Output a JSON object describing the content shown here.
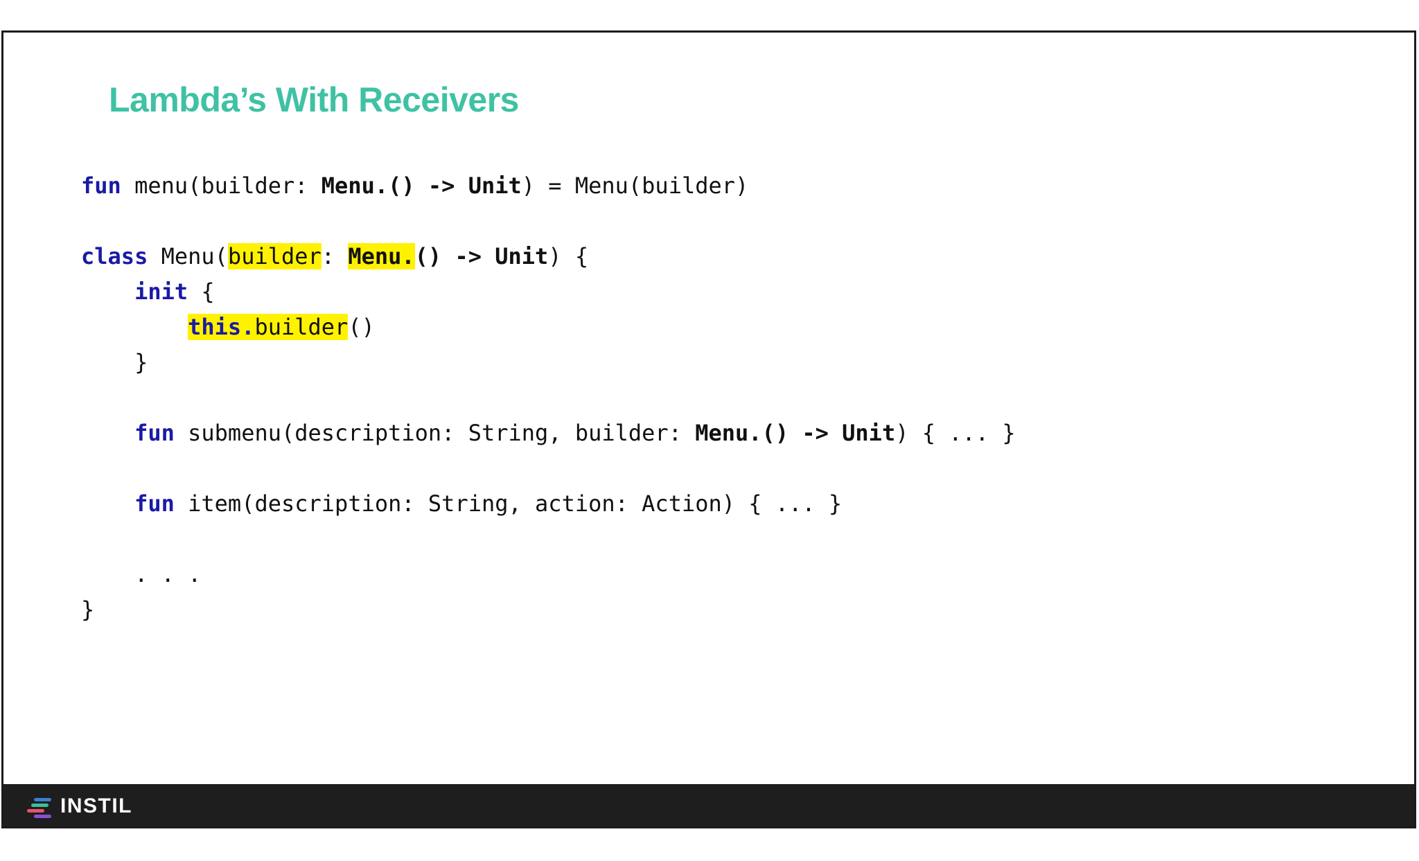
{
  "slide": {
    "title": "Lambda’s With Receivers",
    "accent_color": "#3fc1a4",
    "keyword_color": "#1a1aa6",
    "highlight_color": "#fff200",
    "text_color": "#111111",
    "footer_background": "#1e1e1e"
  },
  "code": {
    "language": "kotlin",
    "lines": [
      {
        "id": "line-fun-menu",
        "segments": [
          {
            "text": "fun ",
            "style": "keyword"
          },
          {
            "text": "menu(builder: ",
            "style": "plain"
          },
          {
            "text": "Menu.() -> Unit",
            "style": "bold"
          },
          {
            "text": ") = Menu(builder)",
            "style": "plain"
          }
        ],
        "plain": "fun menu(builder: Menu.() -> Unit) = Menu(builder)"
      },
      {
        "id": "line-blank-1",
        "segments": [],
        "plain": ""
      },
      {
        "id": "line-class-menu",
        "segments": [
          {
            "text": "class ",
            "style": "keyword"
          },
          {
            "text": "Menu(",
            "style": "plain"
          },
          {
            "text": "builder",
            "style": "highlight"
          },
          {
            "text": ": ",
            "style": "plain"
          },
          {
            "text": "Menu.",
            "style": "highlight-bold"
          },
          {
            "text": "() -> Unit",
            "style": "bold"
          },
          {
            "text": ") {",
            "style": "plain"
          }
        ],
        "plain": "class Menu(builder: Menu.() -> Unit) {"
      },
      {
        "id": "line-init-open",
        "segments": [
          {
            "text": "    ",
            "style": "plain"
          },
          {
            "text": "init",
            "style": "keyword"
          },
          {
            "text": " {",
            "style": "plain"
          }
        ],
        "plain": "    init {"
      },
      {
        "id": "line-this-builder",
        "segments": [
          {
            "text": "        ",
            "style": "plain"
          },
          {
            "text": "this.",
            "style": "highlight-keyword"
          },
          {
            "text": "builder",
            "style": "highlight"
          },
          {
            "text": "()",
            "style": "plain"
          }
        ],
        "plain": "        this.builder()"
      },
      {
        "id": "line-init-close",
        "segments": [
          {
            "text": "    }",
            "style": "plain"
          }
        ],
        "plain": "    }"
      },
      {
        "id": "line-blank-2",
        "segments": [],
        "plain": ""
      },
      {
        "id": "line-fun-submenu",
        "segments": [
          {
            "text": "    ",
            "style": "plain"
          },
          {
            "text": "fun ",
            "style": "keyword"
          },
          {
            "text": "submenu(description: String, builder: ",
            "style": "plain"
          },
          {
            "text": "Menu.() -> Unit",
            "style": "bold"
          },
          {
            "text": ") { ... }",
            "style": "plain"
          }
        ],
        "plain": "    fun submenu(description: String, builder: Menu.() -> Unit) { ... }"
      },
      {
        "id": "line-blank-3",
        "segments": [],
        "plain": ""
      },
      {
        "id": "line-fun-item",
        "segments": [
          {
            "text": "    ",
            "style": "plain"
          },
          {
            "text": "fun ",
            "style": "keyword"
          },
          {
            "text": "item(description: String, action: Action) { ... }",
            "style": "plain"
          }
        ],
        "plain": "    fun item(description: String, action: Action) { ... }"
      },
      {
        "id": "line-blank-4",
        "segments": [],
        "plain": ""
      },
      {
        "id": "line-ellipsis",
        "segments": [
          {
            "text": "    . . .",
            "style": "plain"
          }
        ],
        "plain": "    . . ."
      },
      {
        "id": "line-class-close",
        "segments": [
          {
            "text": "}",
            "style": "plain"
          }
        ],
        "plain": "}"
      }
    ]
  },
  "footer": {
    "brand": "INSTIL",
    "logo_icon": "instil-bars-icon",
    "logo_bars": [
      {
        "name": "bar-blue",
        "color": "#3d7fd1"
      },
      {
        "name": "bar-green",
        "color": "#3dbf97"
      },
      {
        "name": "bar-red",
        "color": "#e8536b"
      },
      {
        "name": "bar-purple",
        "color": "#8a4fd3"
      }
    ]
  }
}
